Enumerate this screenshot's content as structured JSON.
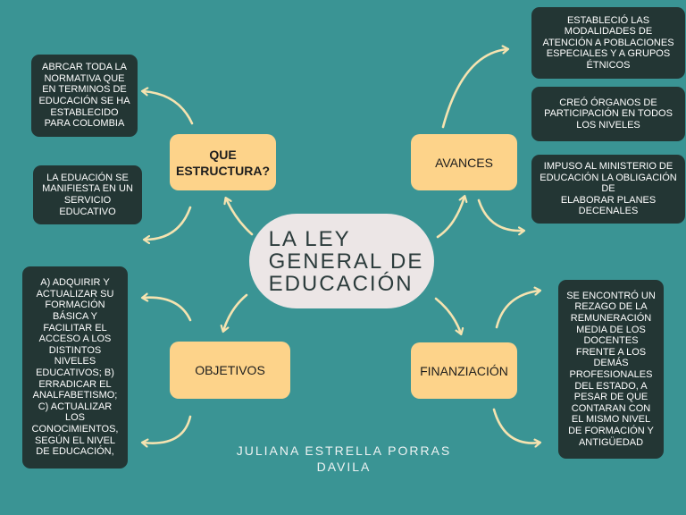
{
  "center": {
    "title": "LA LEY\nGENERAL DE\nEDUCACIÓN"
  },
  "nodes": {
    "estructura": "QUE\nESTRUCTURA?",
    "avances": "AVANCES",
    "objetivos": "OBJETIVOS",
    "financiacion": "FINANZIACIÓN"
  },
  "notes": {
    "abarcar": "ABRCAR TODA LA\nNORMATIVA QUE\nEN TERMINOS DE\nEDUCACIÓN SE HA\nESTABLECIDO\nPARA COLOMBIA",
    "servicio": "LA EDUACIÓN SE\nMANIFIESTA EN UN\nSERVICIO\nEDUCATIVO",
    "modalidades": "ESTABLECIÓ LAS\nMODALIDADES DE\nATENCIÓN A POBLACIONES\nESPECIALES Y A GRUPOS\nÉTNICOS",
    "organos": "CREÓ ÓRGANOS DE\nPARTICIPACIÓN EN TODOS\nLOS NIVELES",
    "ministerio": "IMPUSO AL MINISTERIO DE\nEDUCACIÓN LA OBLIGACIÓN\nDE\nELABORAR PLANES\nDECENALES",
    "objetivos_text": "A) ADQUIRIR Y\nACTUALIZAR SU\nFORMACIÓN\nBÁSICA Y\nFACILITAR EL\nACCESO A LOS\nDISTINTOS\nNIVELES\nEDUCATIVOS; B)\nERRADICAR EL\nANALFABETISMO;\nC) ACTUALIZAR\nLOS\nCONOCIMIENTOS,\nSEGÚN EL NIVEL\nDE EDUCACIÓN,",
    "rezago": "SE ENCONTRÓ UN\nREZAGO DE LA\nREMUNERACIÓN\nMEDIA DE LOS\nDOCENTES\nFRENTE A LOS\nDEMÁS\nPROFESIONALES\nDEL ESTADO, A\nPESAR DE QUE\nCONTARAN CON\nEL MISMO NIVEL\nDE FORMACIÓN Y\nANTIGÜEDAD"
  },
  "author": "JULIANA ESTRELLA PORRAS\nDAVILA",
  "colors": {
    "background": "#3a9494",
    "center_fill": "#ece6e6",
    "node_fill": "#fdd38a",
    "note_fill": "#233634",
    "arrow": "#f5e3b0"
  }
}
